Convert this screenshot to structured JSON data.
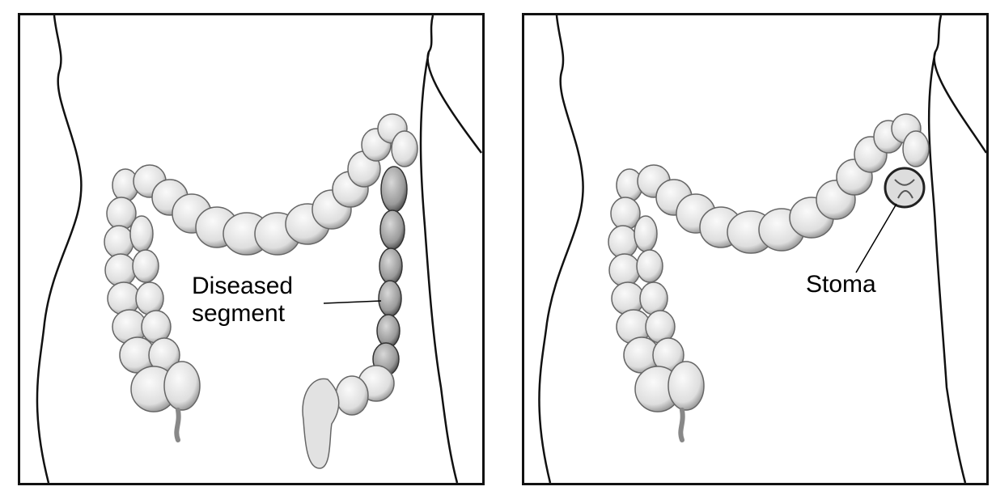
{
  "panels": [
    {
      "id": "before",
      "description": "Colon with diseased segment in descending colon",
      "label": {
        "line1": "Diseased",
        "line2": "segment"
      }
    },
    {
      "id": "after",
      "description": "Colon after resection with stoma (colostomy)",
      "label": {
        "line1": "Stoma"
      }
    }
  ],
  "colors": {
    "outline": "#111111",
    "colon_fill": "#e6e6e6",
    "colon_shade": "#9a9a9a",
    "background": "#ffffff"
  }
}
